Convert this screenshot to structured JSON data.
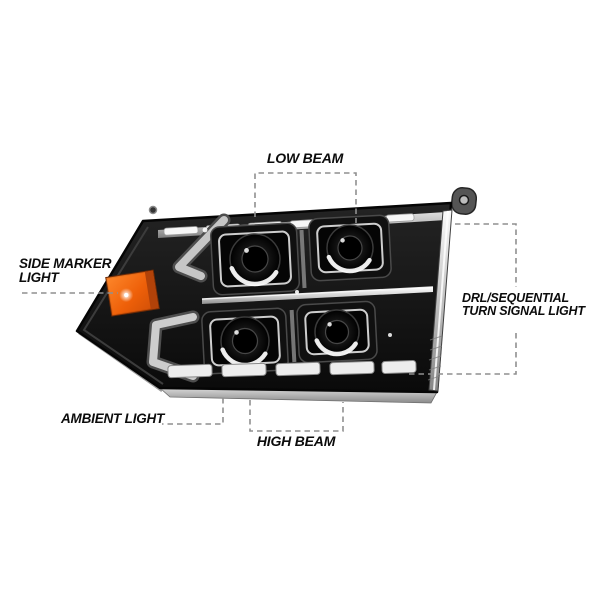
{
  "callouts": {
    "low_beam": {
      "label": "LOW BEAM"
    },
    "side_marker": {
      "line1": "SIDE MARKER",
      "line2": "LIGHT"
    },
    "drl": {
      "line1": "DRL/SEQUENTIAL",
      "line2": "TURN SIGNAL LIGHT"
    },
    "ambient": {
      "label": "AMBIENT LIGHT"
    },
    "high_beam": {
      "label": "HIGH BEAM"
    }
  },
  "colors": {
    "background": "#ffffff",
    "label_text": "#0c0c0c",
    "connector_line": "#8f8f8f",
    "amber_marker": "#ef6414",
    "amber_marker_dark": "#b14209",
    "housing_black": "#121212",
    "chrome_light": "#f7f7f7",
    "reflector_white": "#ededed"
  }
}
